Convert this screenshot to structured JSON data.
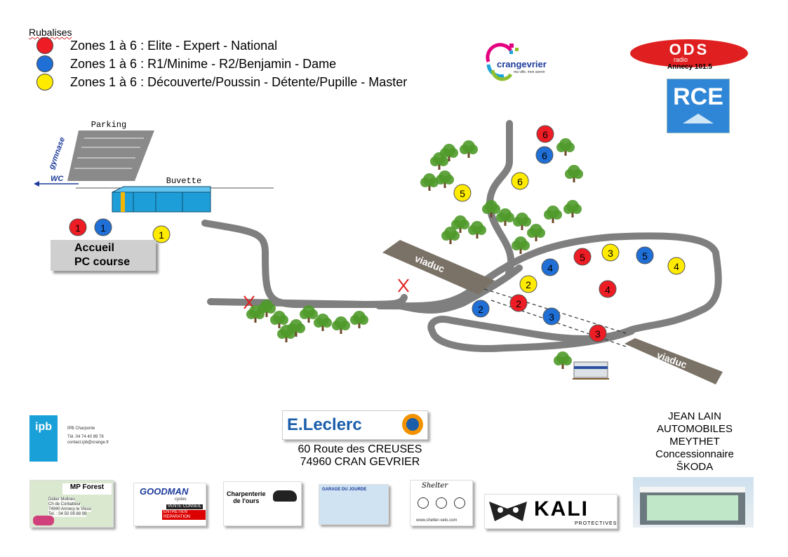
{
  "legend": {
    "title": "Rubalises",
    "items": [
      {
        "color": "#ee1c24",
        "prefix": "Zones 1 à 6 : ",
        "categories": "Elite - Expert - National"
      },
      {
        "color": "#1f6fd6",
        "prefix": "Zones 1 à 6 : ",
        "categories": "R1/Minime - R2/Benjamin - Dame"
      },
      {
        "color": "#ffeb00",
        "prefix": "Zones 1 à 6 : ",
        "categories": "Découverte/Poussin - Détente/Pupille - Master"
      }
    ]
  },
  "map": {
    "labels": {
      "parking": "Parking",
      "gymnase": "gymnase",
      "wc": "WC",
      "buvette": "Buvette",
      "viaduc_1": "viaduc",
      "viaduc_2": "viaduc",
      "accueil_line1": "Accueil",
      "accueil_line2": "PC course"
    },
    "zone_markers": [
      {
        "color": "red",
        "number": "1"
      },
      {
        "color": "blue",
        "number": "1"
      },
      {
        "color": "yellow",
        "number": "1"
      },
      {
        "color": "red",
        "number": "2"
      },
      {
        "color": "blue",
        "number": "2"
      },
      {
        "color": "yellow",
        "number": "2"
      },
      {
        "color": "red",
        "number": "3"
      },
      {
        "color": "blue",
        "number": "3"
      },
      {
        "color": "yellow",
        "number": "3"
      },
      {
        "color": "red",
        "number": "4"
      },
      {
        "color": "blue",
        "number": "4"
      },
      {
        "color": "yellow",
        "number": "4"
      },
      {
        "color": "red",
        "number": "5"
      },
      {
        "color": "blue",
        "number": "5"
      },
      {
        "color": "yellow",
        "number": "5"
      },
      {
        "color": "red",
        "number": "6"
      },
      {
        "color": "blue",
        "number": "6"
      },
      {
        "color": "yellow",
        "number": "6"
      }
    ],
    "colors": {
      "red": "#ee1c24",
      "blue": "#1f6fd6",
      "yellow": "#ffeb00",
      "path": "#7f7f7f",
      "viaduc": "#7a7266",
      "tree": "#4f9a2a"
    }
  },
  "top_logos": {
    "crangevrier": "crangevrier",
    "crangevrier_sub": "ma ville, mon avenir",
    "ods": "ODS",
    "ods_radio": "radio",
    "ods_sub": "Annecy 101.5",
    "rce": "RCE"
  },
  "sponsors": {
    "ipb": {
      "logo": "ipb",
      "name": "IPB Charponte",
      "phone": "Tél. 04 74 40 89 78",
      "email": "contact.ipb@orange.fr"
    },
    "leclerc": {
      "name": "E.Leclerc",
      "address_line1": "60  Route des CREUSES",
      "address_line2": "74960 CRAN GEVRIER"
    },
    "jean_lain": {
      "line1": "JEAN LAIN",
      "line2": "AUTOMOBILES",
      "line3": "MEYTHET",
      "line4": "Concessionnaire",
      "line5": "ŠKODA"
    },
    "mp_forest": {
      "name": "MP Forest",
      "line1": "Didier Molines",
      "line2": "Ch de Corbatteur",
      "line3": "74940 Annecy le Vieux",
      "line4": "Tel. : 04 50 09 88 99"
    },
    "goodman": {
      "name": "GOODMAN",
      "sub": "cycles",
      "line1": "VENTE CONSEIL",
      "line2": "ENTRETIEN REPARATION"
    },
    "charpenterie": {
      "line1": "Charpenterie",
      "line2": "de l'ours"
    },
    "garage": {
      "name": "GARAGE DU JOURDE"
    },
    "shelter": {
      "name": "Shelter",
      "footer": "www.shelter-velo.com"
    },
    "kali": {
      "name": "KALI",
      "sub": "PROTECTIVES"
    }
  }
}
